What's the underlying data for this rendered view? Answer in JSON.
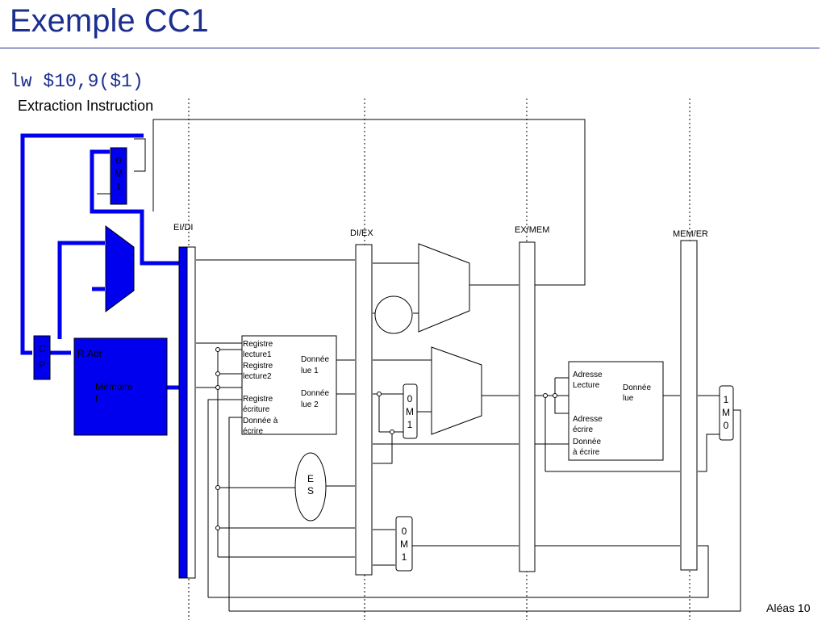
{
  "slide": {
    "title": "Exemple CC1",
    "instruction": "lw $10,9($1)",
    "subtitle": "Extraction Instruction",
    "footer": "Aléas 10"
  },
  "stages": {
    "ei_di": "EI/DI",
    "di_ex": "DI/EX",
    "ex_mem": "EX/MEM",
    "mem_er": "MEM/ER"
  },
  "fetch": {
    "mux_top": [
      "0",
      "M",
      "1"
    ],
    "cp": [
      "C",
      "P"
    ],
    "mem_adr": "R.Adr",
    "mem_name": [
      "Mémoire",
      "I"
    ]
  },
  "regfile": {
    "read1": [
      "Registre",
      "lecture1"
    ],
    "read2": [
      "Registre",
      "lecture2"
    ],
    "write_reg": [
      "Registre",
      "écriture"
    ],
    "write_data": [
      "Donnée à",
      "écrire"
    ],
    "data1": [
      "Donnée",
      "lue 1"
    ],
    "data2": [
      "Donnée",
      "lue 2"
    ]
  },
  "ext": [
    "E",
    "S"
  ],
  "mux_alu": [
    "0",
    "M",
    "1"
  ],
  "mux_reg": [
    "0",
    "M",
    "1"
  ],
  "datamem": {
    "addr_read": [
      "Adresse",
      "Lecture"
    ],
    "data_out": [
      "Donnée",
      "lue"
    ],
    "addr_write": [
      "Adresse",
      "écrire"
    ],
    "data_in": [
      "Donnée",
      "à écrire"
    ]
  },
  "mux_wb": [
    "1",
    "M",
    "0"
  ],
  "colors": {
    "active": "#0000ee",
    "title": "#1c2f8f"
  }
}
